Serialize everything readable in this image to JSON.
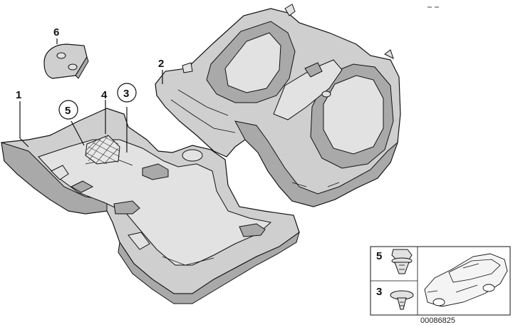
{
  "callouts": {
    "c1": "1",
    "c2": "2",
    "c3": "3",
    "c4": "4",
    "c5": "5",
    "c6": "6"
  },
  "inset": {
    "label_top": "5",
    "label_bottom": "3"
  },
  "drawing_number": "00086825",
  "colors": {
    "part_fill": "#cfcfcf",
    "part_shade": "#a9a9a9",
    "outline": "#111111"
  }
}
